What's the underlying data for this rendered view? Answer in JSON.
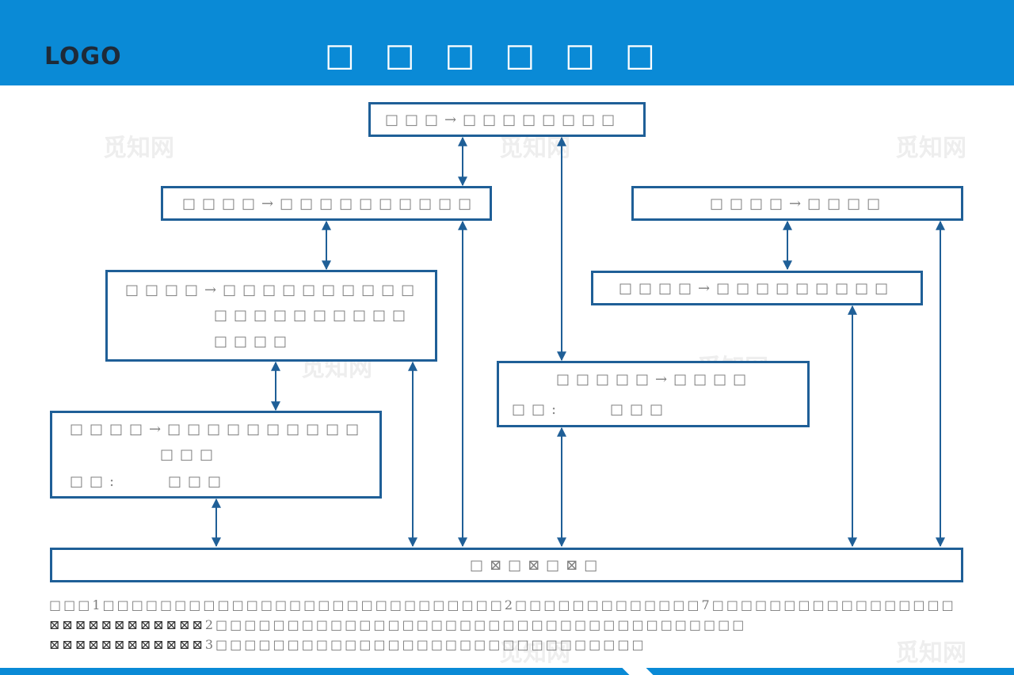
{
  "header": {
    "logo": "LOGO",
    "title": "□□□□□□"
  },
  "boxes": {
    "top": {
      "line1": "□□□→□□□□□□□□"
    },
    "level2_left": {
      "line1": "□□□□→□□□□□□□□□□"
    },
    "level2_right": {
      "line1": "□□□□→□□□□"
    },
    "level3_left": {
      "line1": "□□□□→□□□□□□□□□□",
      "line2": "□□□□□□□□□□",
      "line3": "□□□□"
    },
    "level3_right": {
      "line1": "□□□□→□□□□□□□□□"
    },
    "middle": {
      "line1": "□□□□□→□□□□",
      "label": "□□:",
      "value": "□□□"
    },
    "level4_left": {
      "line1": "□□□□→□□□□□□□□□□",
      "line2": "□□□",
      "label": "□□:",
      "value": "□□□"
    },
    "bottom": {
      "line1": "□⊠□⊠□⊠□"
    }
  },
  "notes": {
    "line1": "□□□1□□□□□□□□□□□□□□□□□□□□□□□□□□□□2□□□□□□□□□□□□□7□□□□□□□□□□□□□□□□□",
    "line2a": "⊠⊠⊠⊠⊠⊠⊠⊠⊠⊠⊠⊠",
    "line2b": "2□□□□□□□□□□□□□□□□□□□□□□□□□□□□□□□□□□□□□",
    "line3a": "⊠⊠⊠⊠⊠⊠⊠⊠⊠⊠⊠⊠",
    "line3b": "3□□□□□□□□□□□□□□□□□□□□□□□□□□□□□□"
  },
  "watermark": "觅知网",
  "colors": {
    "brand_blue": "#0a8ad6",
    "box_border": "#1f5f97"
  }
}
